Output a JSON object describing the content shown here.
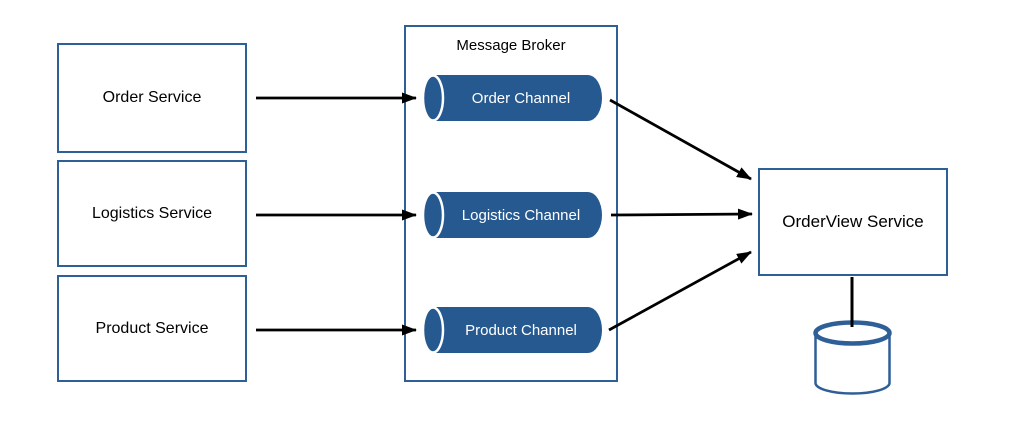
{
  "diagram": {
    "producers": [
      {
        "label": "Order Service"
      },
      {
        "label": "Logistics Service"
      },
      {
        "label": "Product Service"
      }
    ],
    "broker": {
      "title": "Message Broker",
      "channels": [
        {
          "label": "Order Channel"
        },
        {
          "label": "Logistics Channel"
        },
        {
          "label": "Product Channel"
        }
      ]
    },
    "consumer": {
      "label": "OrderView Service"
    },
    "icons": {
      "database": "database-cylinder-icon",
      "channel": "message-channel-pipe-icon"
    },
    "colors": {
      "channel_fill": "#255990",
      "outline_blue": "#2e5f97",
      "arrow": "#000000",
      "background": "#ffffff",
      "channel_text": "#ffffff"
    }
  }
}
